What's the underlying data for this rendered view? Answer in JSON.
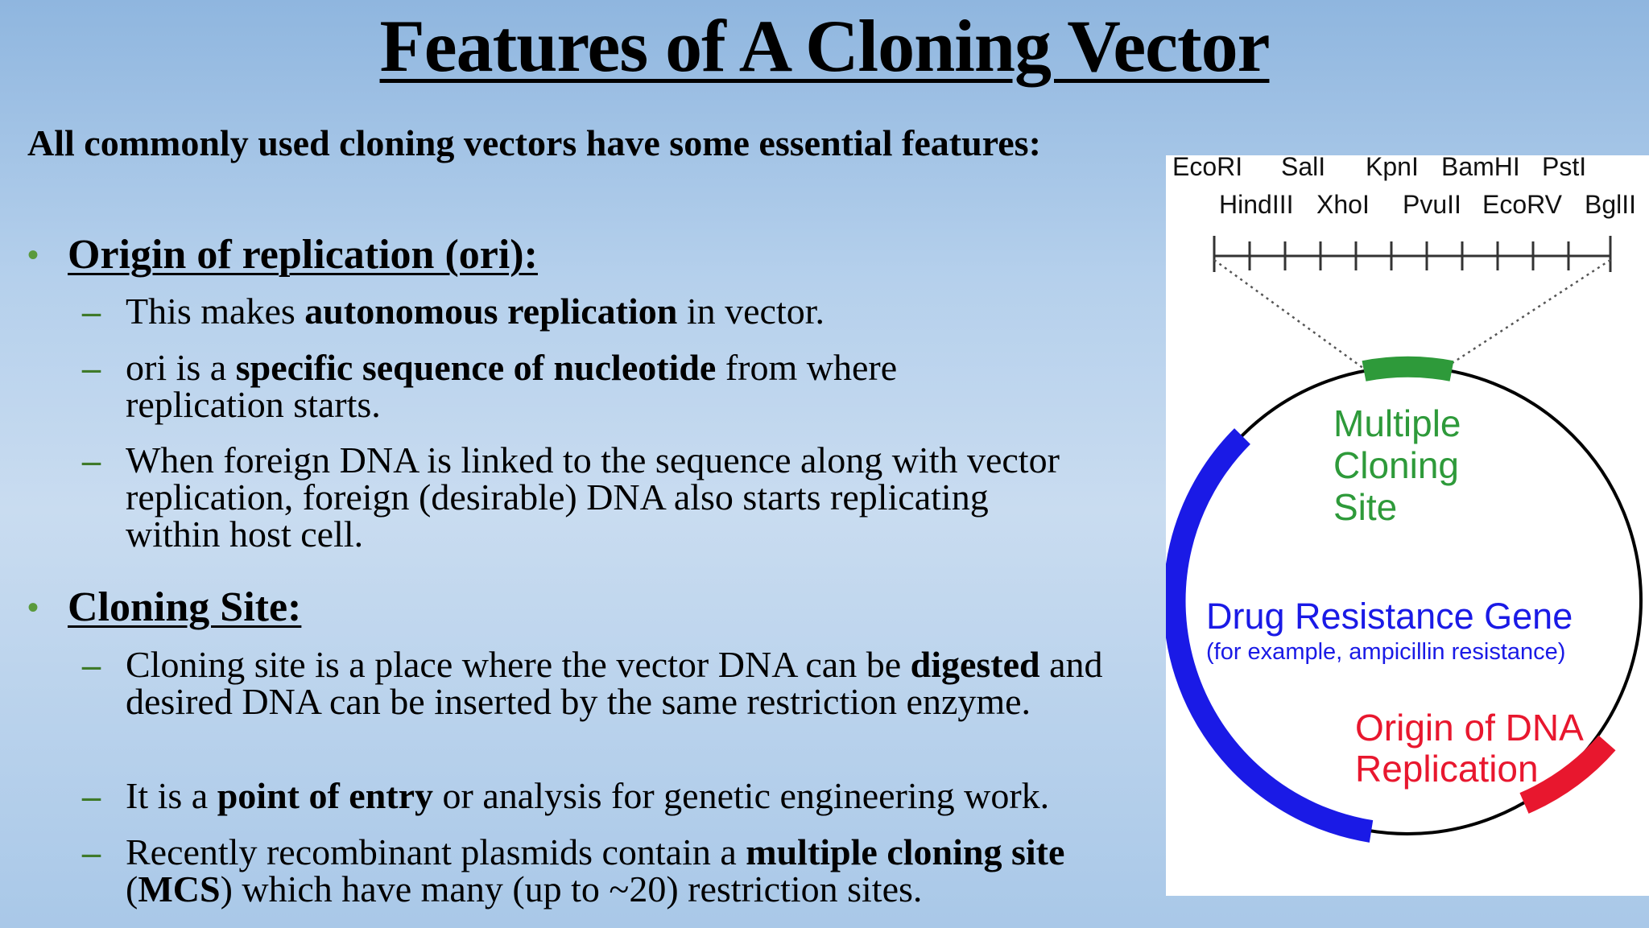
{
  "title": "Features of A Cloning Vector",
  "intro": "All commonly used cloning vectors have some essential features:",
  "sections": [
    {
      "heading": "Origin of replication (ori):",
      "points": [
        [
          {
            "t": "This makes "
          },
          {
            "t": "autonomous replication",
            "b": true
          },
          {
            "t": " in vector."
          }
        ],
        [
          {
            "t": "ori is a "
          },
          {
            "t": "specific sequence of nucleotide",
            "b": true
          },
          {
            "t": " from where replication starts."
          }
        ],
        [
          {
            "t": "When foreign DNA is linked to the sequence along with vector replication, foreign (desirable) DNA also starts replicating within host cell."
          }
        ]
      ]
    },
    {
      "heading": "Cloning Site:",
      "points": [
        [
          {
            "t": "Cloning site is a place where the vector DNA can be "
          },
          {
            "t": "digested",
            "b": true
          },
          {
            "t": " and desired DNA can be inserted by the same restriction enzyme."
          }
        ],
        [
          {
            "t": "It is a "
          },
          {
            "t": "point of entry",
            "b": true
          },
          {
            "t": " or analysis for genetic engineering work."
          }
        ],
        [
          {
            "t": "Recently recombinant plasmids contain a "
          },
          {
            "t": "multiple cloning site",
            "b": true
          },
          {
            "t": " ("
          },
          {
            "t": "MCS",
            "b": true
          },
          {
            "t": ") which have many (up to ~20) restriction sites."
          }
        ]
      ]
    }
  ],
  "diagram": {
    "sites_top": [
      "EcoRI",
      "SalI",
      "KpnI",
      "BamHI",
      "PstI"
    ],
    "sites_bottom": [
      "HindIII",
      "XhoI",
      "PvuII",
      "EcoRV",
      "BglII"
    ],
    "mcs_label": [
      "Multiple",
      "Cloning",
      "Site"
    ],
    "drug_label": "Drug Resistance Gene",
    "drug_sublabel": "(for example, ampicillin resistance)",
    "ori_label": [
      "Origin of DNA",
      "Replication"
    ],
    "colors": {
      "mcs": "#2e9a3a",
      "drug": "#1a1ae6",
      "ori": "#e8172e",
      "ring": "#000000"
    }
  }
}
